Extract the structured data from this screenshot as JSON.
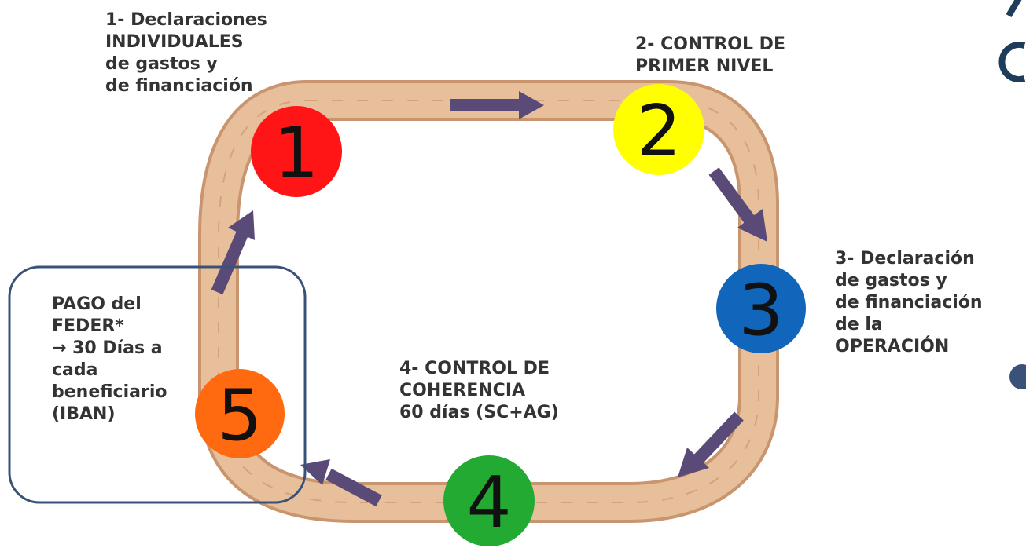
{
  "steps": [
    {
      "number": "1",
      "color": "#ff1515",
      "label": "1- Declaraciones\nINDIVIDUALES\nde gastos y\nde financiación"
    },
    {
      "number": "2",
      "color": "#ffff00",
      "label": "2- CONTROL DE\nPRIMER NIVEL"
    },
    {
      "number": "3",
      "color": "#1166bb",
      "label": "3- Declaración\nde gastos y\nde financiación\nde la\nOPERACIÓN"
    },
    {
      "number": "4",
      "color": "#22aa33",
      "label": "4- CONTROL DE\nCOHERENCIA\n60 días (SC+AG)"
    },
    {
      "number": "5",
      "color": "#ff6a10",
      "label": "PAGO del\nFEDER*\n→ 30 Días  a\ncada\nbeneficiario\n(IBAN)"
    }
  ],
  "colors": {
    "track": "#e5b995",
    "track_edge": "#c9956e",
    "arrow": "#5a4a78",
    "box_border": "#3a5277",
    "text": "#333333",
    "partial_title": "#1f3d5b"
  }
}
